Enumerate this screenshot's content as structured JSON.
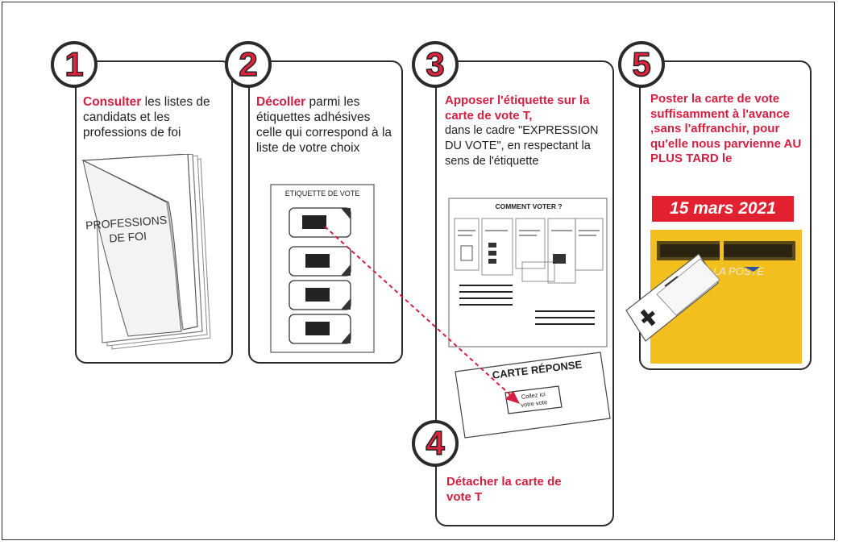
{
  "steps": [
    {
      "number": "1",
      "highlight": "Consulter",
      "text": " les listes de candidats et les professions de foi",
      "image_label_1": "PROFESSIONS",
      "image_label_2": "DE FOI"
    },
    {
      "number": "2",
      "highlight": "Décoller",
      "text": " parmi les étiquettes adhésives celle qui correspond à la liste de votre choix",
      "sheet_title": "ETIQUETTE DE VOTE"
    },
    {
      "number": "3",
      "highlight": "Apposer l'étiquette sur la carte de vote T,",
      "text": "dans le cadre \"EXPRESSION DU VOTE\", en respectant la sens de l'étiquette",
      "sheet_title": "COMMENT VOTER ?",
      "card_title": "CARTE RÉPONSE",
      "card_box_1": "Collez ici",
      "card_box_2": "votre vote"
    },
    {
      "number": "4",
      "text": "Détacher la carte de vote T"
    },
    {
      "number": "5",
      "text": "Poster la carte de vote suffisamment à l'avance ,sans l'affranchir, pour qu'elle nous parvienne AU PLUS TARD le",
      "date": "15 mars 2021",
      "mailbox_label": "LA POSTE"
    }
  ],
  "colors": {
    "accent": "#d42040",
    "date_bg": "#e3202f",
    "mailbox": "#f2bf1f"
  }
}
